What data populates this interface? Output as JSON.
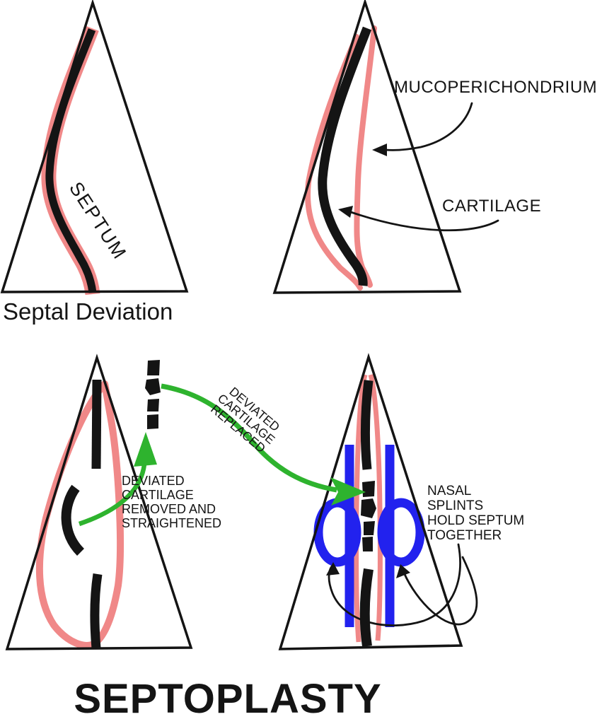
{
  "title": "SEPTOPLASTY",
  "colors": {
    "pink": "#F08888",
    "green": "#2EB32E",
    "blue": "#2222EE",
    "ink": "#141414",
    "bg": "#FFFFFF"
  },
  "panels": {
    "septal_deviation": {
      "caption": "Septal Deviation",
      "septum_label": "SEPTUM"
    },
    "anatomy": {
      "mucoperichondrium_label": "MUCOPERICHONDRIUM",
      "cartilage_label": "CARTILAGE"
    },
    "removal": {
      "note_lines": [
        "DEVIATED",
        "CARTILAGE",
        "REMOVED AND",
        "STRAIGHTENED"
      ]
    },
    "replacement": {
      "note_lines": [
        "DEVIATED",
        "CARTILAGE",
        "REPLACED"
      ]
    },
    "splints": {
      "note_lines": [
        "NASAL",
        "SPLINTS",
        "HOLD SEPTUM",
        "TOGETHER"
      ]
    }
  }
}
